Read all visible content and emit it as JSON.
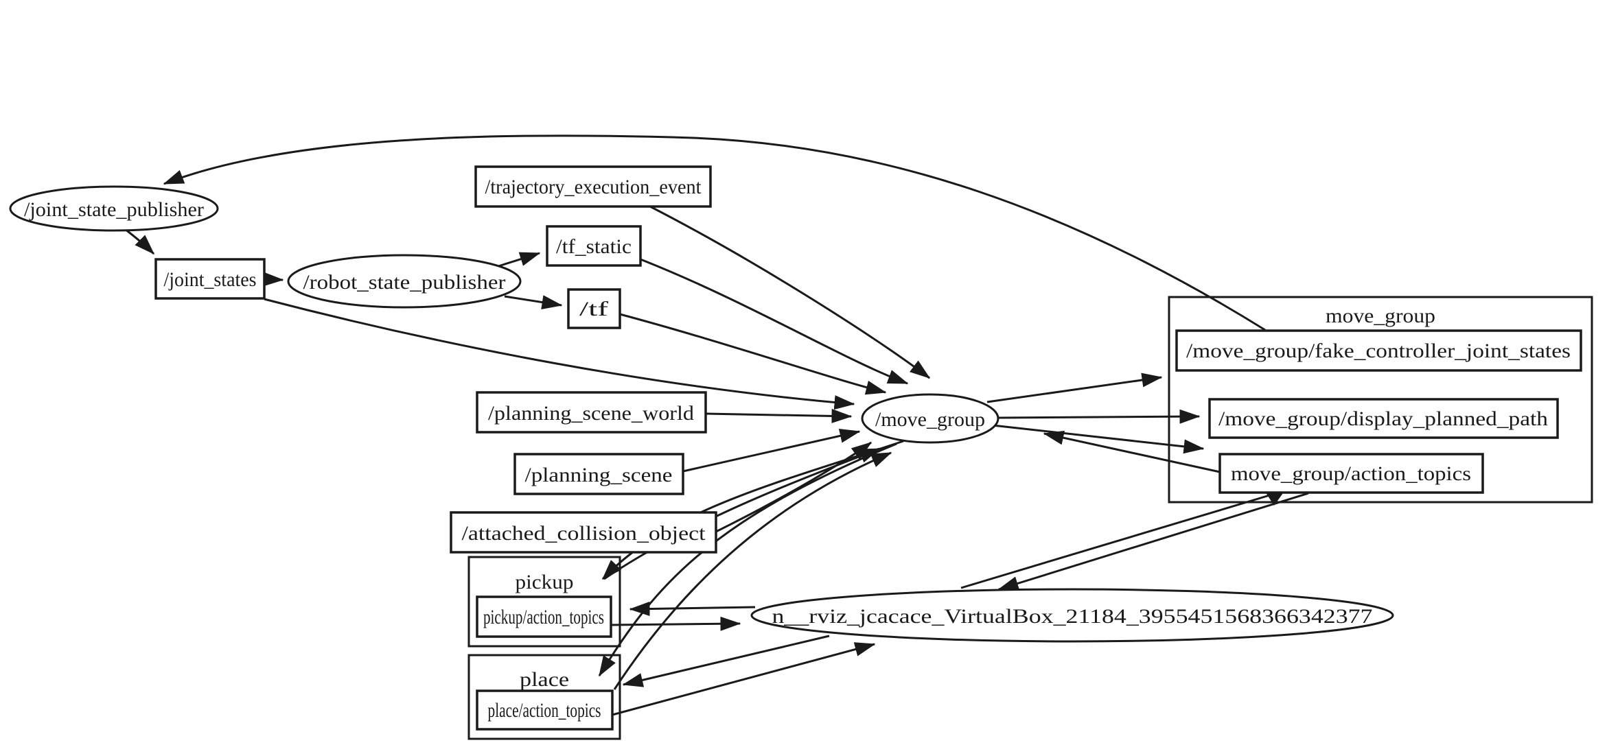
{
  "colors": {
    "ink": "#1a1a1a",
    "background": "#ffffff"
  },
  "nodes": {
    "joint_state_publisher": {
      "label": "/joint_state_publisher"
    },
    "robot_state_publisher": {
      "label": "/robot_state_publisher"
    },
    "move_group": {
      "label": "/move_group"
    },
    "rviz": {
      "label": "n__rviz_jcacace_VirtualBox_21184_3955451568366342377"
    }
  },
  "topics": {
    "joint_states": {
      "label": "/joint_states"
    },
    "trajectory_execution_event": {
      "label": "/trajectory_execution_event"
    },
    "tf_static": {
      "label": "/tf_static"
    },
    "tf": {
      "label": "/tf"
    },
    "planning_scene_world": {
      "label": "/planning_scene_world"
    },
    "planning_scene": {
      "label": "/planning_scene"
    },
    "attached_collision_object": {
      "label": "/attached_collision_object"
    }
  },
  "groups": {
    "move_group": {
      "label": "move_group",
      "topics": {
        "fake_controller_joint_states": {
          "label": "/move_group/fake_controller_joint_states"
        },
        "display_planned_path": {
          "label": "/move_group/display_planned_path"
        },
        "action_topics": {
          "label": "move_group/action_topics"
        }
      }
    },
    "pickup": {
      "label": "pickup",
      "topics": {
        "action_topics": {
          "label": "pickup/action_topics"
        }
      }
    },
    "place": {
      "label": "place",
      "topics": {
        "action_topics": {
          "label": "place/action_topics"
        }
      }
    }
  }
}
